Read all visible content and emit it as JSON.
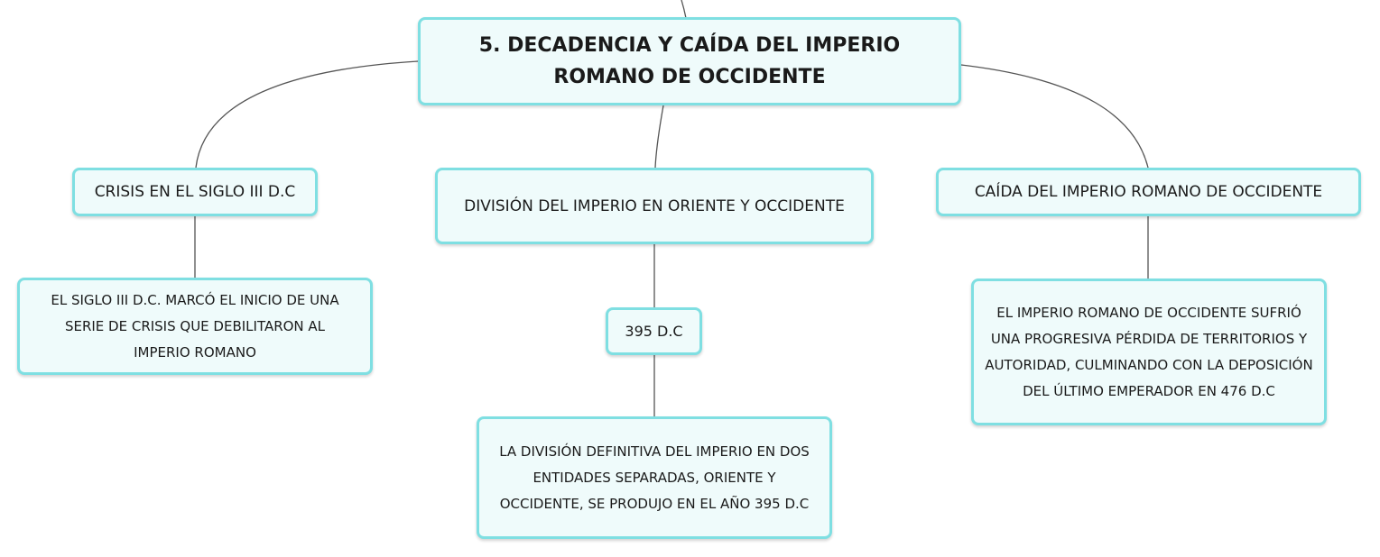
{
  "map": {
    "root": "5. DECADENCIA Y CAÍDA DEL IMPERIO ROMANO DE OCCIDENTE",
    "branches": [
      {
        "title": "CRISIS EN EL SIGLO III D.C",
        "detail": "EL SIGLO III D.C. MARCÓ EL INICIO DE UNA SERIE DE CRISIS QUE DEBILITARON AL IMPERIO ROMANO"
      },
      {
        "title": "DIVISIÓN DEL IMPERIO EN ORIENTE Y OCCIDENTE",
        "date": "395 D.C",
        "detail": "LA DIVISIÓN DEFINITIVA DEL IMPERIO EN DOS ENTIDADES SEPARADAS, ORIENTE Y OCCIDENTE, SE PRODUJO EN EL AÑO 395 D.C"
      },
      {
        "title": "CAÍDA DEL IMPERIO ROMANO DE OCCIDENTE",
        "detail": "EL IMPERIO ROMANO DE OCCIDENTE SUFRIÓ UNA PROGRESIVA PÉRDIDA DE TERRITORIOS Y AUTORIDAD, CULMINANDO CON LA DEPOSICIÓN DEL ÚLTIMO EMPERADOR EN 476 D.C"
      }
    ]
  },
  "colors": {
    "node_border": "#7fdfe2",
    "node_fill": "#effbfb",
    "connector": "#555555"
  }
}
